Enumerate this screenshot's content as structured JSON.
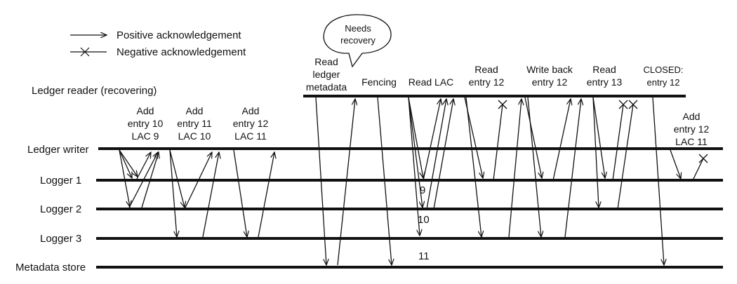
{
  "legend": {
    "positive": "Positive acknowledgement",
    "negative": "Negative acknowledgement"
  },
  "lanes": {
    "reader": "Ledger reader (recovering)",
    "writer": "Ledger writer",
    "logger1": "Logger 1",
    "logger2": "Logger 2",
    "logger3": "Logger 3",
    "metadata": "Metadata store"
  },
  "callout": [
    "Needs",
    "recovery"
  ],
  "writer_ops": {
    "op1": [
      "Add",
      "entry 10",
      "LAC 9"
    ],
    "op2": [
      "Add",
      "entry 11",
      "LAC 10"
    ],
    "op3": [
      "Add",
      "entry 12",
      "LAC 11"
    ],
    "op4": [
      "Add",
      "entry 12",
      "LAC 11"
    ]
  },
  "reader_ops": {
    "read_metadata": [
      "Read",
      "ledger",
      "metadata"
    ],
    "fencing": [
      "Fencing"
    ],
    "read_lac": [
      "Read LAC"
    ],
    "read_entry12": [
      "Read",
      "entry 12"
    ],
    "write_back": [
      "Write back",
      "entry 12"
    ],
    "read_entry13": [
      "Read",
      "entry 13"
    ],
    "closed": [
      "CLOSED:",
      "entry 12"
    ]
  },
  "lac_values": [
    "9",
    "10",
    "11"
  ]
}
